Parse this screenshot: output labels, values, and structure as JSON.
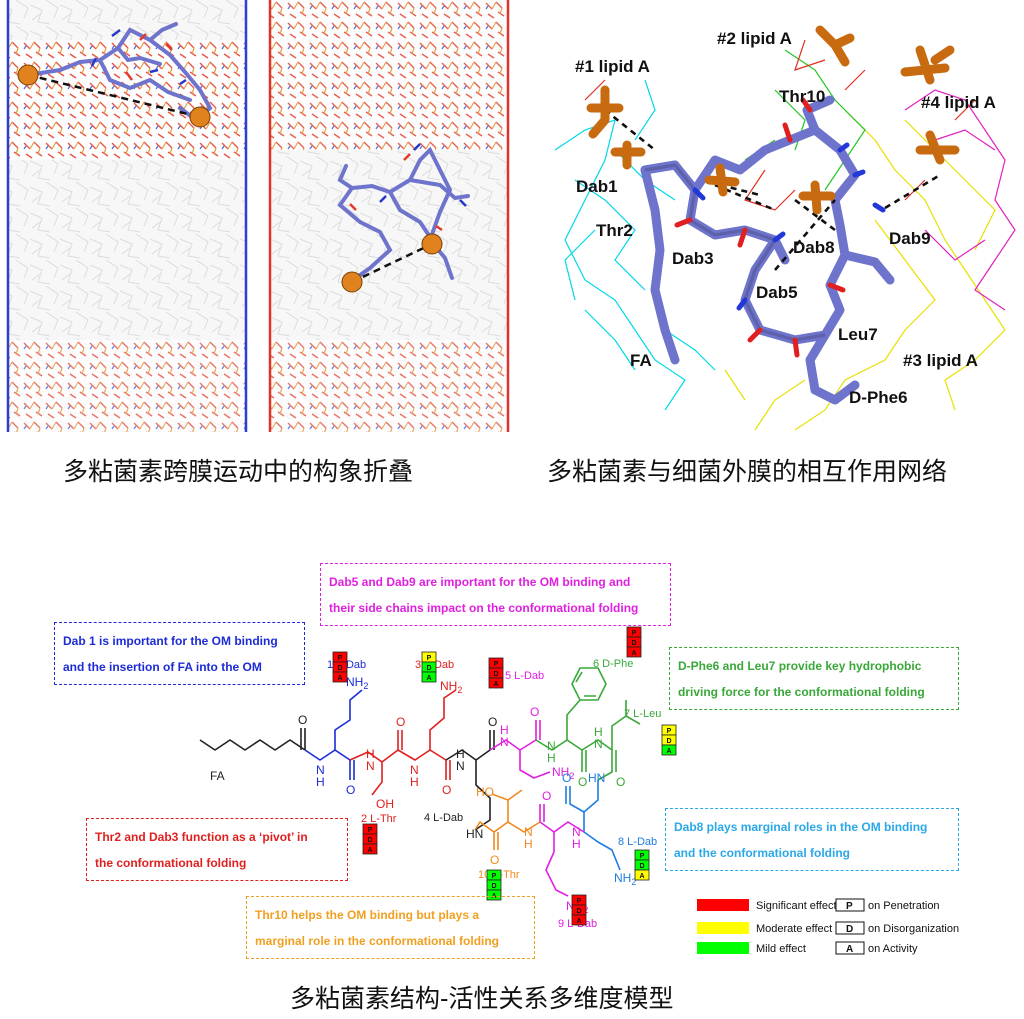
{
  "top_captions": {
    "left": "多粘菌素跨膜运动中的构象折叠",
    "right": "多粘菌素与细菌外膜的相互作用网络"
  },
  "bottom_caption": "多粘菌素结构-活性关系多维度模型",
  "md_labels": {
    "lipid1": "#1 lipid A",
    "lipid2": "#2 lipid A",
    "lipid3": "#3 lipid A",
    "lipid4": "#4 lipid A",
    "thr10": "Thr10",
    "dab1": "Dab1",
    "thr2": "Thr2",
    "dab3": "Dab3",
    "dab8": "Dab8",
    "dab9": "Dab9",
    "dab5": "Dab5",
    "leu7": "Leu7",
    "fa": "FA",
    "dphe6": "D-Phe6"
  },
  "notes": {
    "dab1": [
      "Dab 1 is important for the OM binding",
      "and the insertion of FA into the OM"
    ],
    "dab5_9": [
      "Dab5 and Dab9 are important for the OM binding and",
      "their side chains impact on the conformational folding"
    ],
    "phe_leu": [
      "D-Phe6 and Leu7 provide key hydrophobic",
      "driving force for the conformational folding"
    ],
    "thr2_dab3": [
      "Thr2 and Dab3 function as a ‘pivot’ in",
      "the conformational folding"
    ],
    "dab8": [
      "Dab8 plays marginal roles in the OM binding",
      "and the conformational folding"
    ],
    "thr10": [
      "Thr10 helps the OM binding but plays a",
      "marginal role in the conformational folding"
    ]
  },
  "residues": {
    "r1": "1 L-Dab",
    "r2": "2 L-Thr",
    "r3": "3 L-Dab",
    "r4": "4 L-Dab",
    "r5": "5 L-Dab",
    "r6": "6 D-Phe",
    "r7": "7 L-Leu",
    "r8": "8 L-Dab",
    "r9": "9 L-Dab",
    "r10": "10 L-Thr",
    "fa": "FA"
  },
  "atoms": {
    "nh2": "NH",
    "sub2": "2",
    "oh": "OH",
    "ho": "HO",
    "o": "O",
    "n": "N",
    "h": "H",
    "hn": "HN"
  },
  "effect_letters": [
    "P",
    "D",
    "A"
  ],
  "effect_boxes": [
    {
      "residue": "1 L-Dab",
      "effects": [
        "significant",
        "significant",
        "significant"
      ]
    },
    {
      "residue": "2 L-Thr",
      "effects": [
        "significant",
        "significant",
        "significant"
      ]
    },
    {
      "residue": "3 L-Dab",
      "effects": [
        "moderate",
        "mild",
        "mild"
      ]
    },
    {
      "residue": "5 L-Dab",
      "effects": [
        "significant",
        "significant",
        "significant"
      ]
    },
    {
      "residue": "6 D-Phe",
      "effects": [
        "significant",
        "significant",
        "significant"
      ]
    },
    {
      "residue": "7 L-Leu",
      "effects": [
        "moderate",
        "moderate",
        "mild"
      ]
    },
    {
      "residue": "8 L-Dab",
      "effects": [
        "mild",
        "mild",
        "moderate"
      ]
    },
    {
      "residue": "9 L-Dab",
      "effects": [
        "significant",
        "significant",
        "significant"
      ]
    },
    {
      "residue": "10 L-Thr",
      "effects": [
        "mild",
        "mild",
        "mild"
      ]
    }
  ],
  "legend": {
    "significant": "Significant effect",
    "moderate": "Moderate effect",
    "mild": "Mild effect",
    "p_key": "P",
    "p_text": "on Penetration",
    "d_key": "D",
    "d_text": "on Disorganization",
    "a_key": "A",
    "a_text": "on Activity"
  },
  "colors": {
    "significant": "#ff0000",
    "moderate": "#ffff00",
    "mild": "#00ff00",
    "blue_membrane": "#2b3fd1",
    "red_membrane": "#e0322c",
    "peptide": "#7b7fd6",
    "lipid": "#e0821e",
    "note_blue": "#1c2bd6",
    "note_magenta": "#e020e0",
    "note_green": "#39a839",
    "note_red": "#e02020",
    "note_cyan": "#2aa8e8",
    "note_orange": "#f0a020"
  }
}
